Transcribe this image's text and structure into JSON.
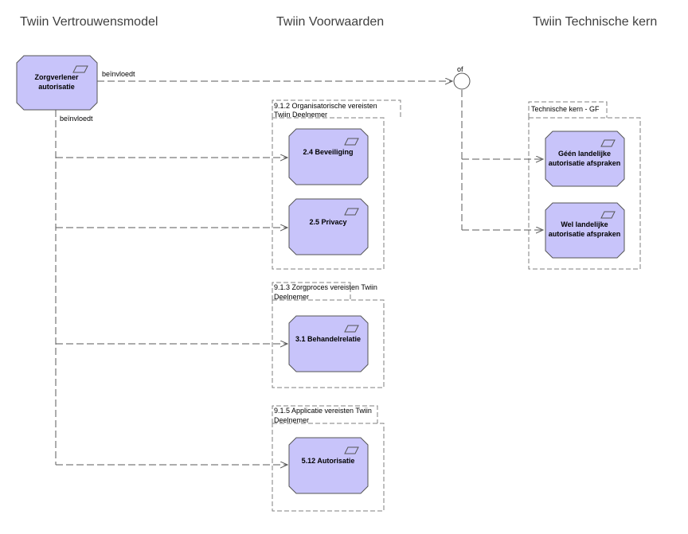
{
  "columns": {
    "left": "Twiin Vertrouwensmodel",
    "middle": "Twiin Voorwaarden",
    "right": "Twiin Technische kern"
  },
  "groups": [
    {
      "id": "org",
      "line1": "9.1.2 Organisatorische vereisten",
      "line2": "Twiin Deelnemer"
    },
    {
      "id": "zorg",
      "line1": "9.1.3 Zorgproces vereisten Twiin",
      "line2": "Deelnemer"
    },
    {
      "id": "app",
      "line1": "9.1.5 Applicatie vereisten Twiin",
      "line2": "Deelnemer"
    },
    {
      "id": "tk",
      "line1": "Technische kern - GF",
      "line2": ""
    }
  ],
  "nodes": {
    "source": {
      "line1": "Zorgverlener",
      "line2": "autorisatie"
    },
    "beveiliging": {
      "line1": "2.4 Beveiliging",
      "line2": ""
    },
    "privacy": {
      "line1": "2.5 Privacy",
      "line2": ""
    },
    "behandelrelatie": {
      "line1": "3.1 Behandelrelatie",
      "line2": ""
    },
    "autorisatie": {
      "line1": "5.12 Autorisatie",
      "line2": ""
    },
    "geen": {
      "line1": "Géén landelijke",
      "line2": "autorisatie afspraken"
    },
    "wel": {
      "line1": "Wel landelijke",
      "line2": "autorisatie afspraken"
    }
  },
  "junction": {
    "label": "of"
  },
  "edges": {
    "top_label": "beïnvloedt",
    "side_label": "beïnvloedt"
  },
  "colors": {
    "node_fill": "#c8c4fa",
    "title_text": "#404040"
  }
}
